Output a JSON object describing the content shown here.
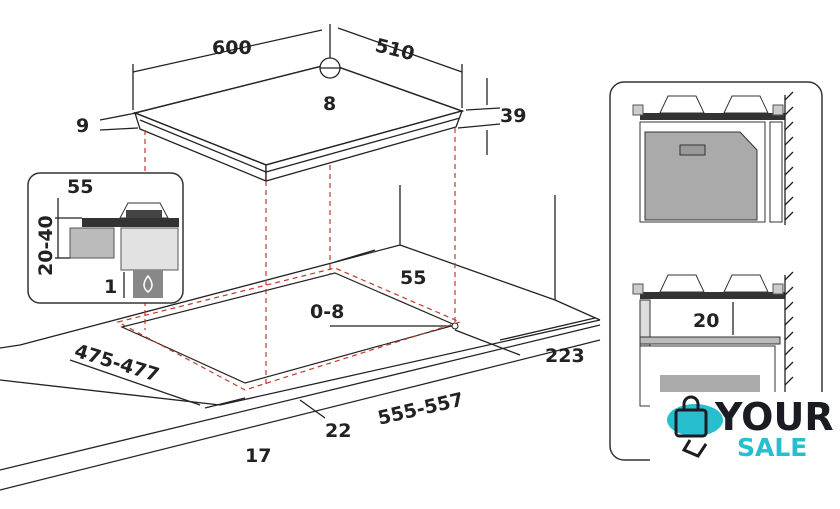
{
  "dimensions": {
    "hob_width": "600",
    "hob_depth": "510",
    "hob_center": "8",
    "hob_edge_thickness": "9",
    "hob_height": "39",
    "inset_burner_height": "55",
    "inset_gap": "20-40",
    "inset_bottom": "1",
    "rear_clearance": "55",
    "tolerance": "0-8",
    "cutout_depth": "475-477",
    "cutout_width": "555-557",
    "side_clearance": "223",
    "front_offset": "22",
    "front_edge": "17",
    "shelf_gap": "20"
  },
  "logo": {
    "line1": "YOUR",
    "line2": "SALE",
    "accent": "#27bfd0",
    "dark": "#1b1b24"
  }
}
